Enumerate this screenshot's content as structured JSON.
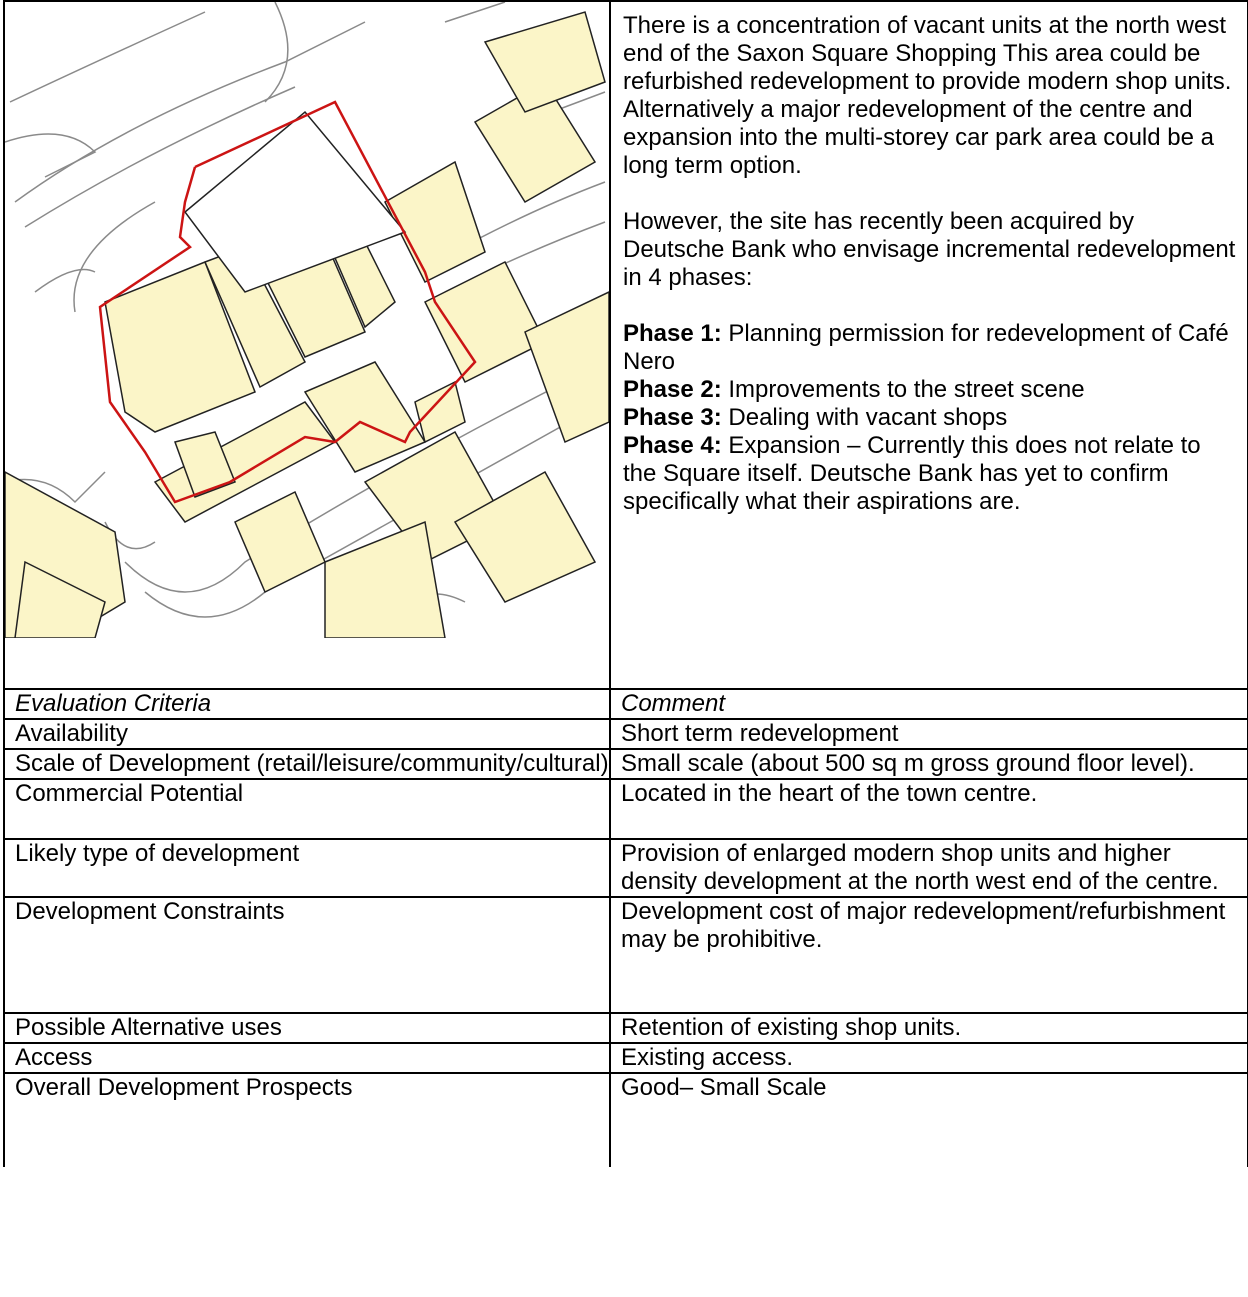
{
  "description": {
    "para1": "There is a concentration of vacant units at the north west end of the Saxon Square Shopping This area could be refurbished redevelopment to provide modern shop units.  Alternatively a major redevelopment of the centre and expansion into the multi-storey car park area could be a long term option.",
    "para2": "However, the site has recently been acquired by Deutsche Bank who envisage incremental redevelopment in 4 phases:",
    "phases": [
      {
        "label": "Phase 1:",
        "text": " Planning permission for redevelopment of Café Nero"
      },
      {
        "label": "Phase 2:",
        "text": " Improvements to the street scene"
      },
      {
        "label": "Phase 3:",
        "text": " Dealing with vacant shops"
      },
      {
        "label": "Phase 4:",
        "text": " Expansion – Currently this does not relate to the Square itself. Deutsche Bank has yet to confirm specifically what their aspirations are."
      }
    ]
  },
  "table": {
    "header": {
      "criteria": "Evaluation Criteria",
      "comment": "Comment"
    },
    "rows": [
      {
        "criteria": "Availability",
        "comment": "Short term redevelopment"
      },
      {
        "criteria": "Scale of Development (retail/leisure/community/cultural)",
        "comment": "Small scale (about 500 sq m gross ground floor level)."
      },
      {
        "criteria": "Commercial Potential",
        "comment": "Located in the heart of the town centre."
      },
      {
        "criteria": "Likely type of development",
        "comment": "Provision of enlarged modern shop units and higher density development at the north west end of the centre."
      },
      {
        "criteria": "Development Constraints",
        "comment": "Development cost of major redevelopment/refurbishment may be prohibitive."
      },
      {
        "criteria": "Possible Alternative uses",
        "comment": "Retention of existing shop units."
      },
      {
        "criteria": "Access",
        "comment": "Existing access."
      },
      {
        "criteria": "Overall Development Prospects",
        "comment": "Good– Small Scale"
      }
    ]
  },
  "colors": {
    "building_fill": "#fbf5c8",
    "site_boundary": "#cc1414",
    "road_line": "#8a8a8a"
  }
}
